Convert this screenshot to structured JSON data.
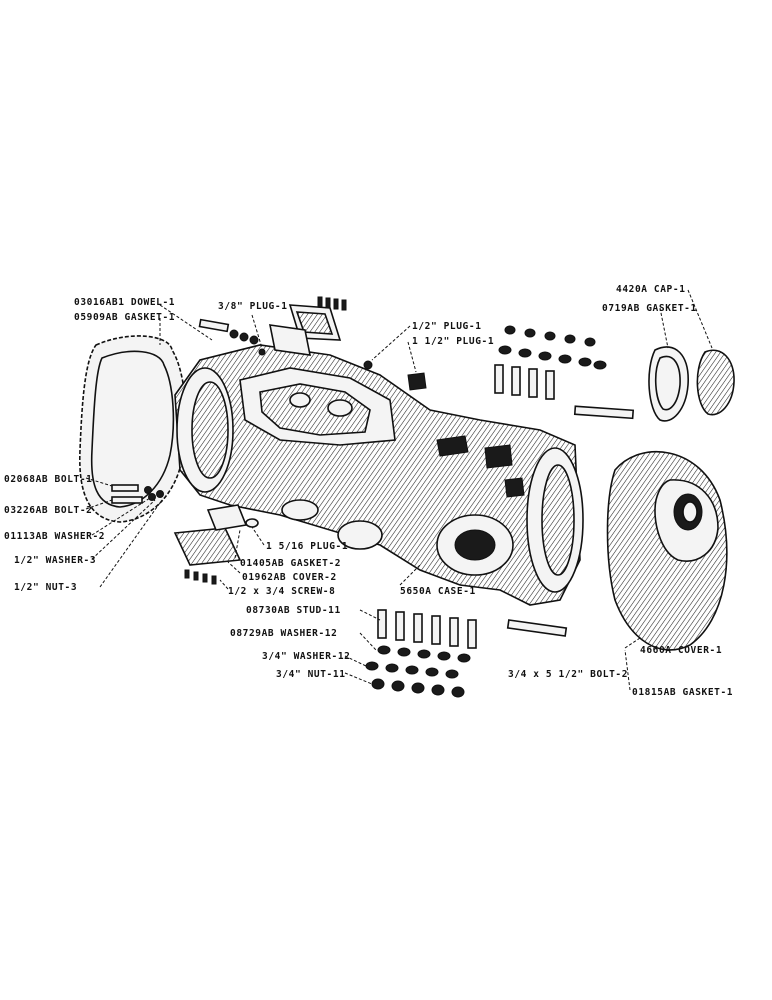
{
  "labels": {
    "dowel": "03016AB1 DOWEL-1",
    "gasket_05909": "05909AB GASKET-1",
    "plug_38": "3/8\" PLUG-1",
    "plug_12": "1/2\" PLUG-1",
    "plug_112": "1 1/2\" PLUG-1",
    "cap": "4420A CAP-1",
    "gasket_0719": "0719AB GASKET-1",
    "bolt_02068": "02068AB BOLT-1",
    "bolt_03226": "03226AB BOLT-2",
    "washer_01113": "01113AB WASHER-2",
    "washer_12": "1/2\" WASHER-3",
    "nut_12": "1/2\" NUT-3",
    "plug_1516": "1 5/16 PLUG-1",
    "gasket_01405": "01405AB GASKET-2",
    "cover_01962": "01962AB COVER-2",
    "screw": "1/2 x 3/4 SCREW-8",
    "case": "5650A CASE-1",
    "stud": "08730AB STUD-11",
    "washer_08729": "08729AB WASHER-12",
    "washer_34": "3/4\" WASHER-12",
    "nut_34": "3/4\" NUT-11",
    "bolt_34": "3/4 x 5 1/2\" BOLT-2",
    "cover_4660": "4660A COVER-1",
    "gasket_01815": "01815AB GASKET-1"
  }
}
